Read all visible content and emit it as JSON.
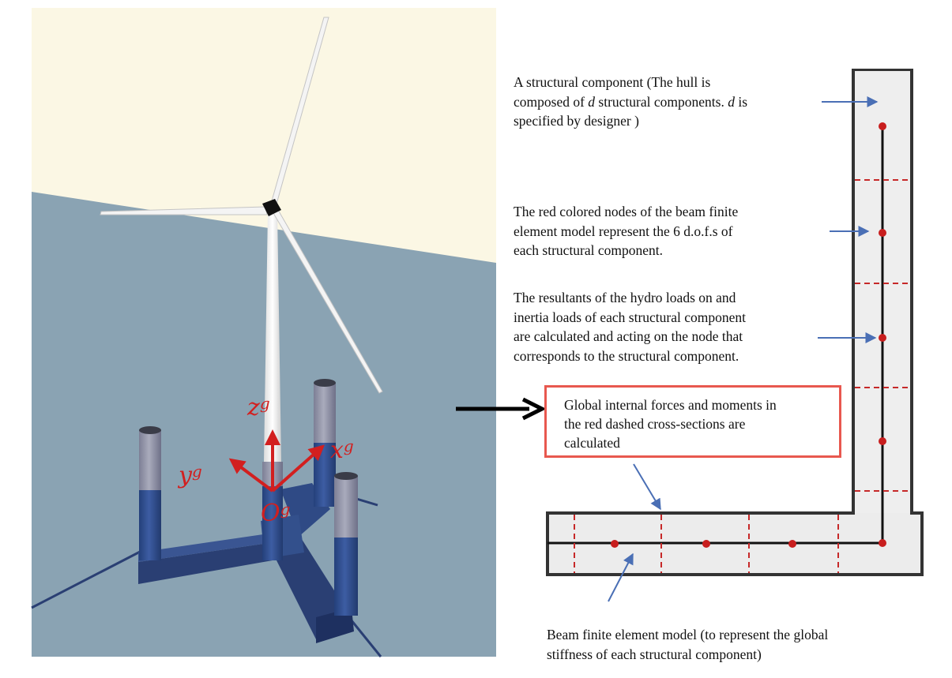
{
  "annotations": {
    "component": {
      "line1": "A structural component (The hull is",
      "line2_pre": "composed of ",
      "line2_var": "d",
      "line2_post": " structural components. ",
      "line2_var2": "d",
      "line2_end": " is",
      "line3": "specified by designer )"
    },
    "nodes": {
      "line1": "The red colored nodes of the beam finite",
      "line2": "element model represent the 6 d.o.f.s of",
      "line3": "each structural component."
    },
    "loads": {
      "line1": "The resultants of  the hydro loads on and",
      "line2": "inertia loads of each structural component",
      "line3": "are calculated and acting on the node that",
      "line4": "corresponds to the structural component."
    },
    "internal_forces": {
      "line1": "Global internal forces and moments in",
      "line2": "the red dashed cross-sections are",
      "line3": "calculated"
    },
    "beam_model": {
      "line1": "Beam finite element model (to represent the global",
      "line2": "stiffness of each structural component)"
    }
  },
  "axes": {
    "z": {
      "base": "z",
      "sup": "g"
    },
    "x": {
      "base": "x",
      "sup": "g"
    },
    "y": {
      "base": "y",
      "sup": "g"
    },
    "origin": {
      "base": "O",
      "sup": "g"
    }
  },
  "colors": {
    "sky": "#fbf7e4",
    "sea": "#8aa3b3",
    "column": "#34508e",
    "column_top": "#8d8fa4",
    "pontoon": "#2a3f73",
    "axis_red": "#d21f1f",
    "node_red": "#c81e1e",
    "dashed_red": "#c62828",
    "callout_border": "#e8584f",
    "pointer_blue": "#4a6fb5"
  }
}
